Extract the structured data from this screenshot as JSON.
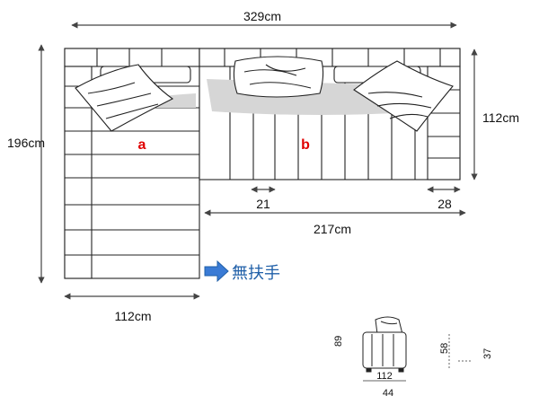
{
  "dimensions": {
    "overall_width": "329cm",
    "overall_depth": "196cm",
    "module_b_depth": "112cm",
    "module_a_width": "112cm",
    "module_b_width": "217cm",
    "arm_width_left": "21",
    "arm_width_right": "28"
  },
  "modules": {
    "a": "a",
    "b": "b"
  },
  "note": {
    "text": "無扶手",
    "icon": "right-arrow-icon",
    "color": "#1f5fa8"
  },
  "side_view": {
    "total_height": "89",
    "seat_height": "58",
    "seat_depth_label": "37",
    "depth": "112",
    "bottom_partial": "44"
  },
  "colors": {
    "line": "#222222",
    "module_label": "#e00000",
    "shadow": "#d6d6d6"
  }
}
